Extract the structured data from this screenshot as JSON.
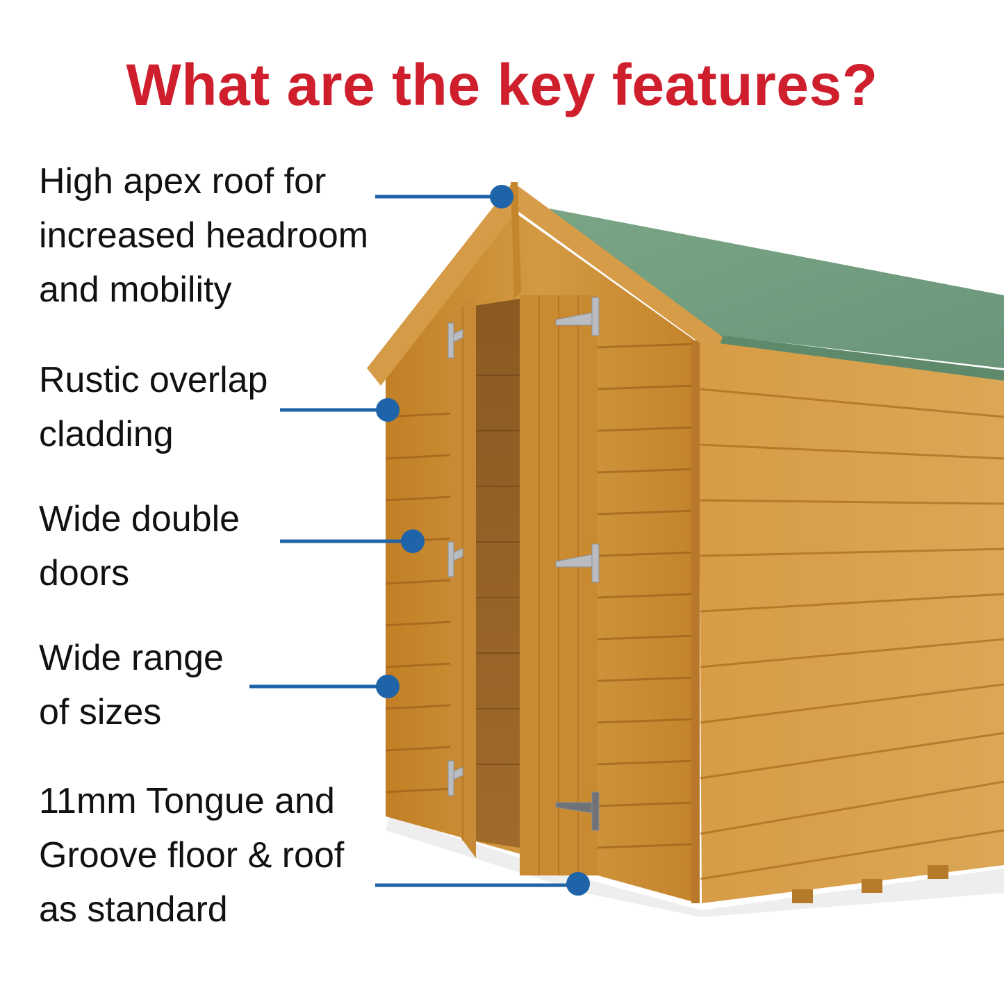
{
  "header": {
    "title": "What are the key features?"
  },
  "colors": {
    "title_red": "#cf1f2d",
    "callout_blue": "#1f63a8",
    "text": "#111111",
    "roof_green": "#6f9a7c",
    "wood": "#c98a2e"
  },
  "features": [
    {
      "lines": [
        "High apex roof for",
        "increased headroom",
        "and mobility"
      ],
      "pointer": "apex-roof"
    },
    {
      "lines": [
        "Rustic overlap",
        "cladding"
      ],
      "pointer": "side-cladding"
    },
    {
      "lines": [
        "Wide double",
        "doors"
      ],
      "pointer": "door-hinge"
    },
    {
      "lines": [
        "Wide range",
        "of sizes"
      ],
      "pointer": "side-wall"
    },
    {
      "lines": [
        "11mm Tongue and",
        "Groove floor & roof",
        "as standard"
      ],
      "pointer": "floor-base"
    }
  ],
  "image": {
    "subject": "wooden-apex-shed",
    "icon": "shed-illustration"
  }
}
